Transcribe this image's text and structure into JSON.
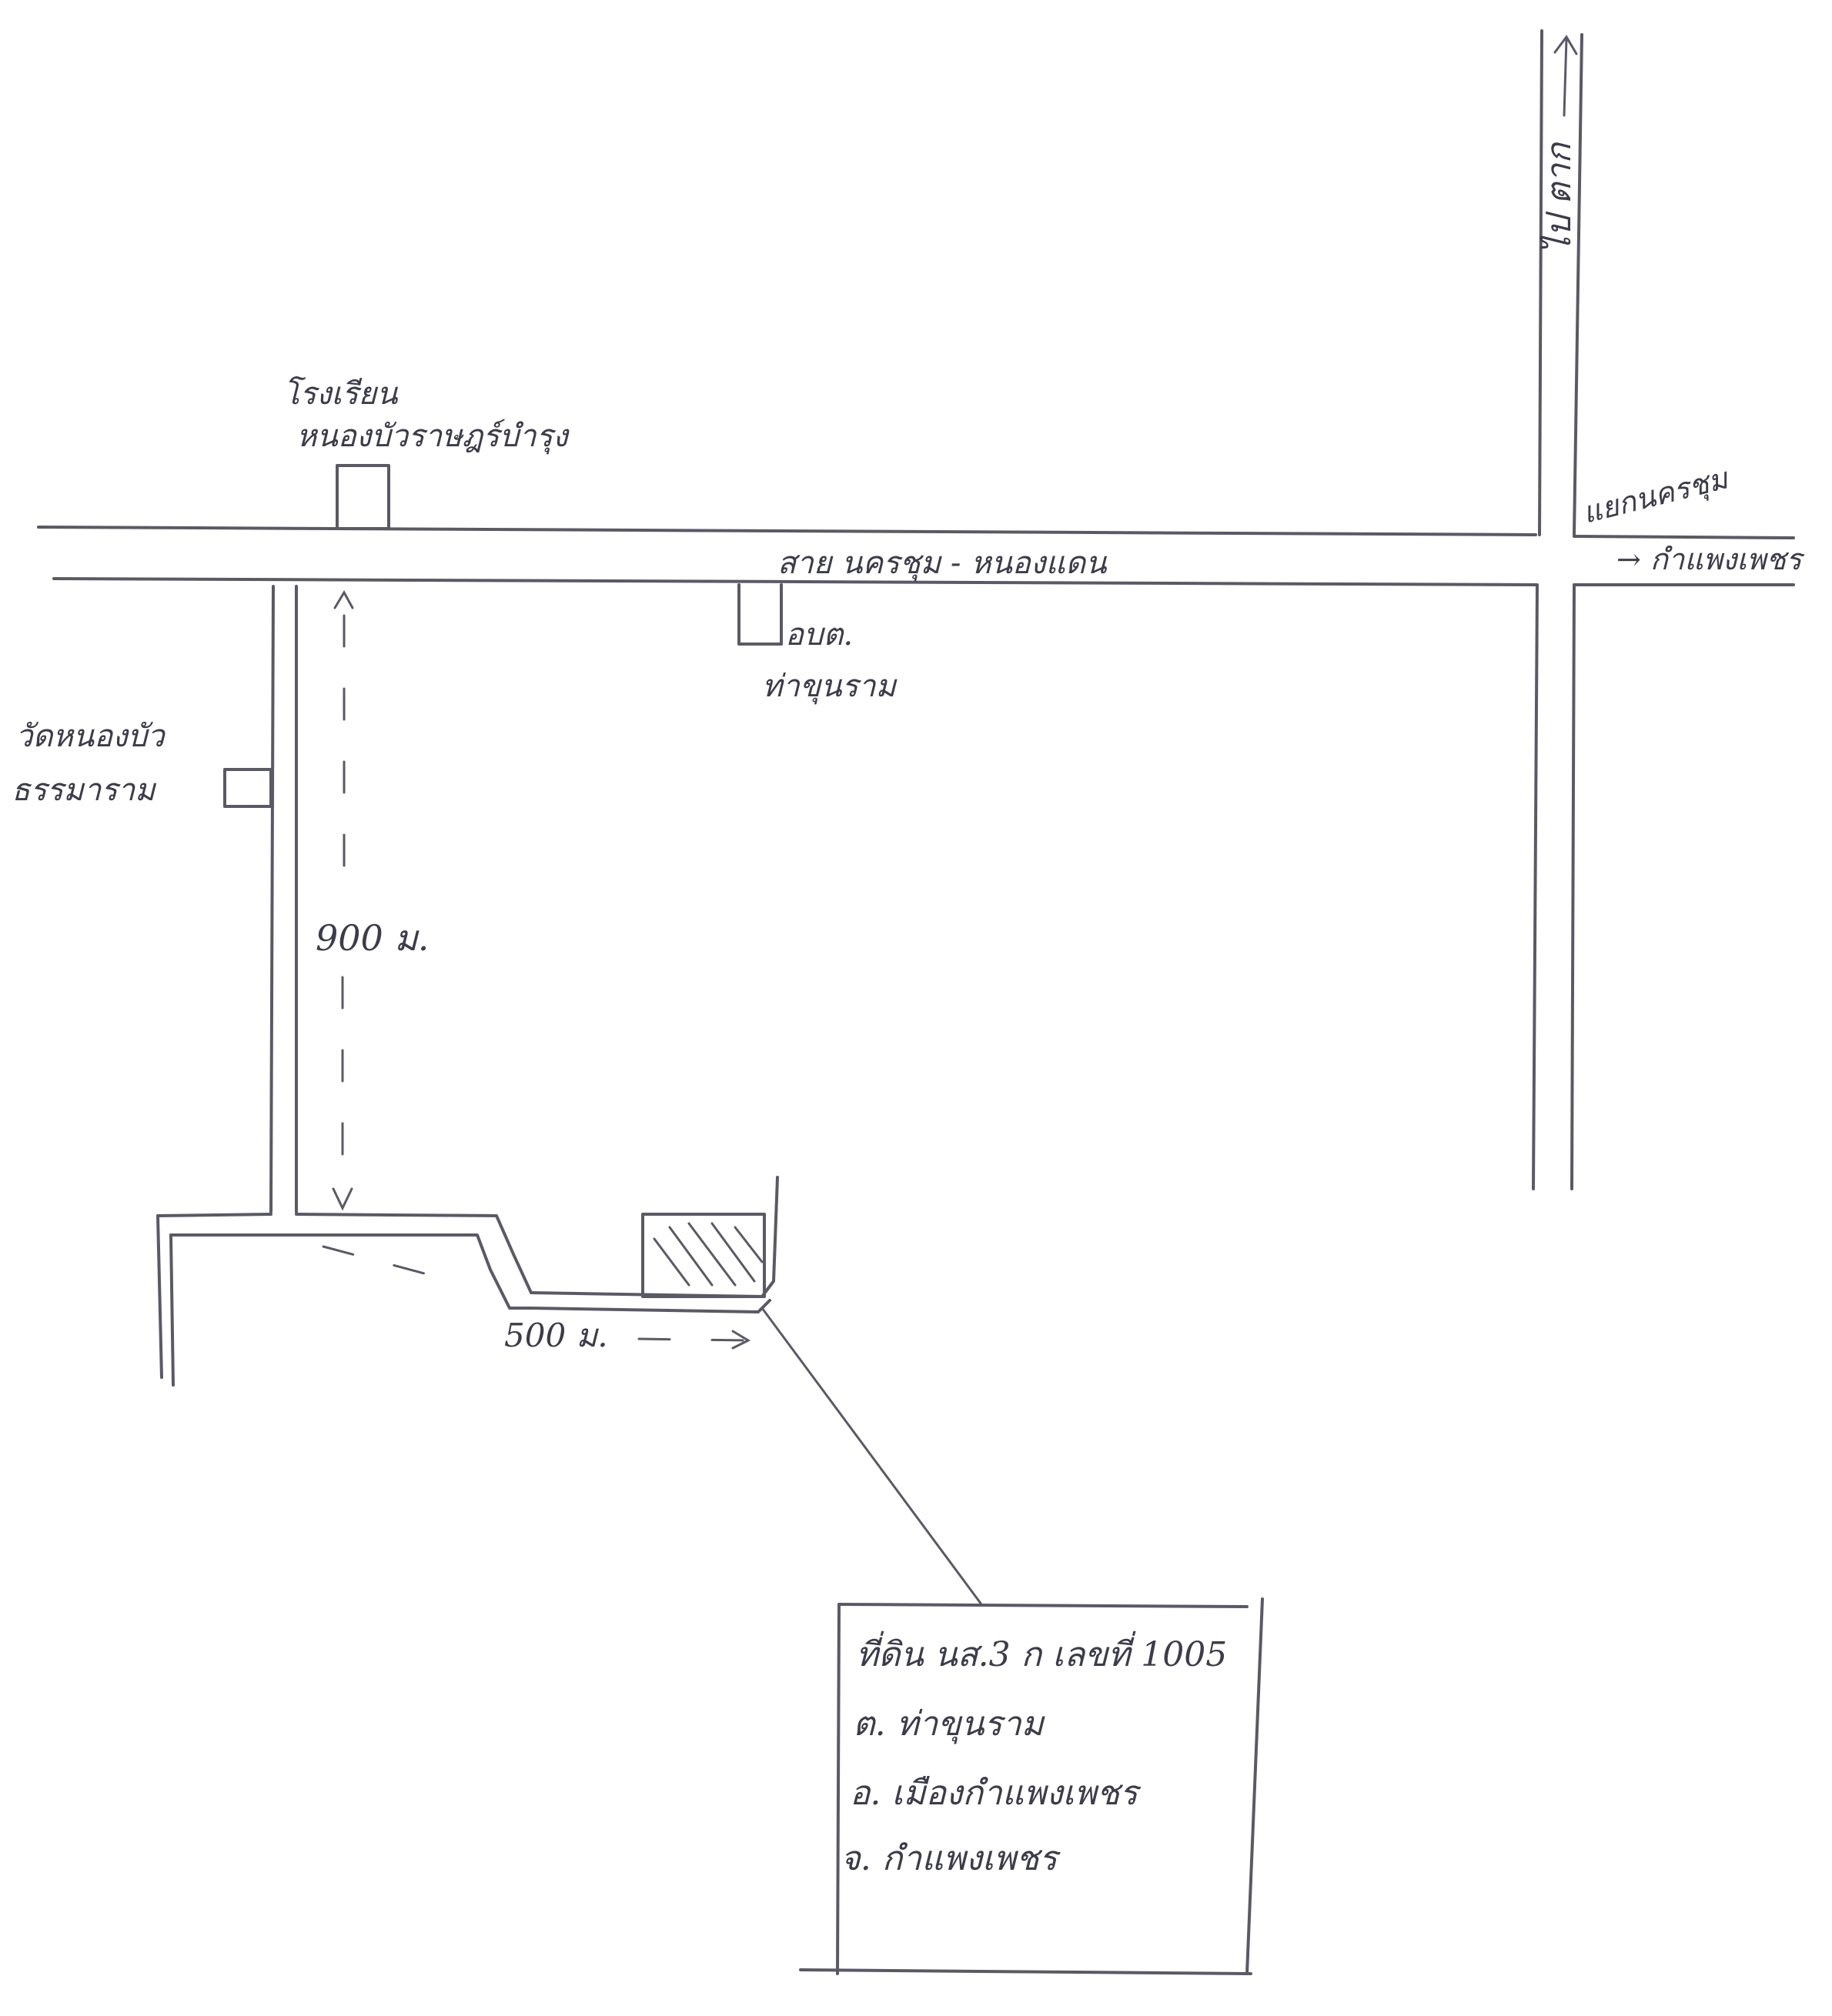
{
  "labels": {
    "school": "โรงเรียน",
    "school_name": "หนองบัวราษฎร์บำรุง",
    "main_road": "สาย นครชุม - หนองแดน",
    "sao": "อบต.",
    "sao_area": "ท่าขุนราม",
    "temple_line1": "วัดหนองบัว",
    "temple_line2": "ธรรมาราม",
    "north_road": "ไป ตาก",
    "intersection": "แยกนครชุม",
    "to_city": "→ กำแพงเพชร",
    "distance_vertical": "900 ม.",
    "distance_horizontal": "500 ม."
  },
  "parcel_info": {
    "line1": "ที่ดิน นส.3 ก เลขที่ 1005",
    "line2": "ต. ท่าขุนราม",
    "line3": "อ. เมืองกำแพงเพชร",
    "line4": "จ. กำแพงเพชร"
  },
  "colors": {
    "ink": "#5a5a66",
    "paper": "#ffffff"
  }
}
